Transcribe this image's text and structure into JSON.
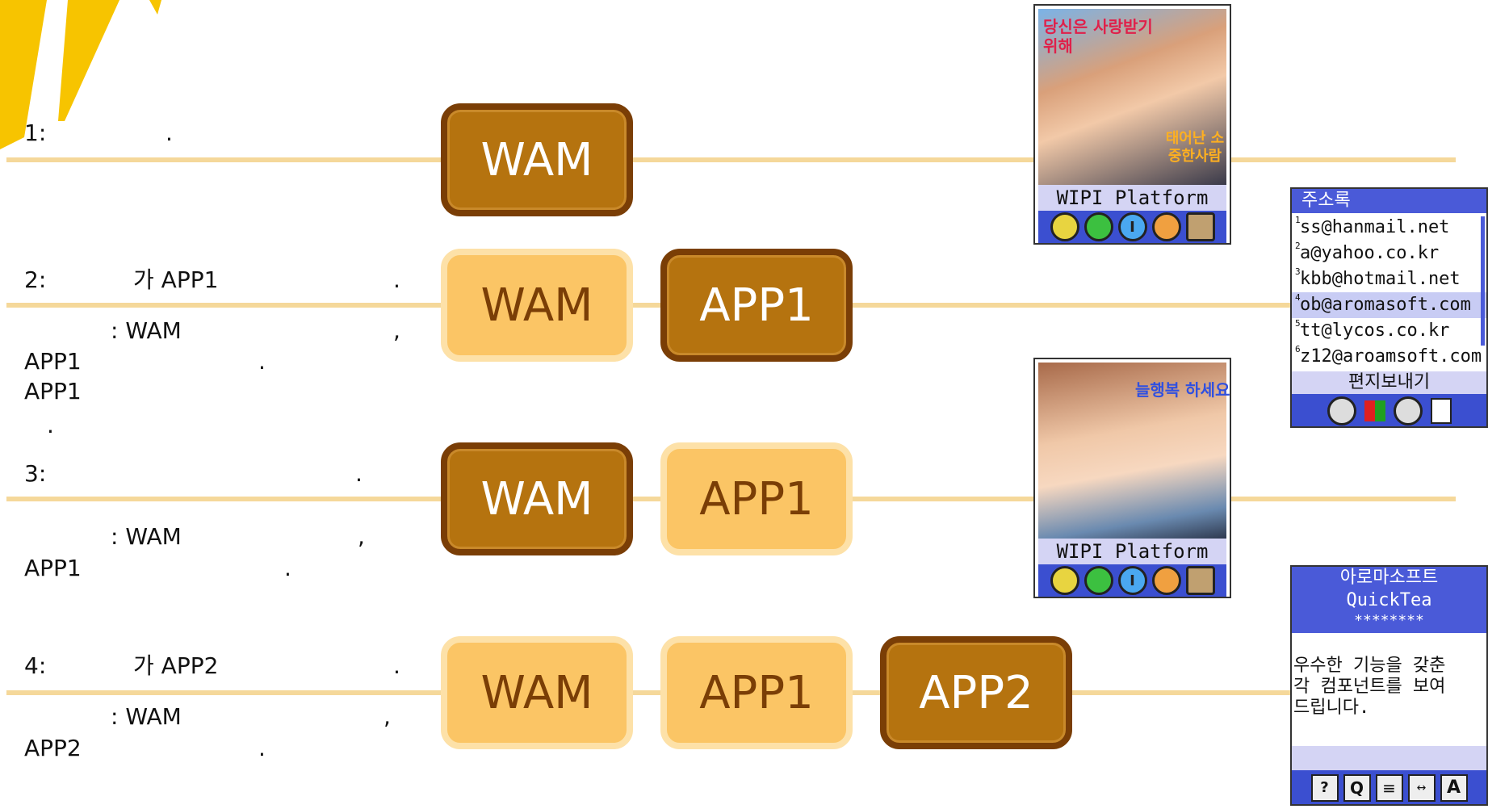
{
  "steps": [
    {
      "label": "1:",
      "dot": "."
    },
    {
      "label": "2:",
      "ga": "가 APP1",
      "dot": ".",
      "sub1": ": WAM",
      "comma": ",",
      "sub2": "APP1",
      "dot2": ".",
      "sub3": "APP1",
      "dot3": "."
    },
    {
      "label": "3:",
      "dot": ".",
      "sub1": ": WAM",
      "comma": ",",
      "sub2": "APP1",
      "dot2": "."
    },
    {
      "label": "4:",
      "ga": "가 APP2",
      "dot": ".",
      "sub1": ": WAM",
      "comma": ",",
      "sub2": "APP2",
      "dot2": "."
    }
  ],
  "boxes": {
    "row1": [
      "WAM"
    ],
    "row2": [
      "WAM",
      "APP1"
    ],
    "row3": [
      "WAM",
      "APP1"
    ],
    "row4": [
      "WAM",
      "APP1",
      "APP2"
    ]
  },
  "phone1": {
    "banner_top": "당신은 사랑받기위해",
    "banner_bottom": "태어난 소중한사람",
    "platform": "WIPI Platform"
  },
  "phone2": {
    "banner_top": "늘행복 하세요",
    "platform": "WIPI Platform"
  },
  "address_book": {
    "title": "주소록",
    "entries": [
      "ss@hanmail.net",
      "a@yahoo.co.kr",
      "kbb@hotmail.net",
      "ob@aromasoft.com",
      "tt@lycos.co.kr",
      "z12@aroamsoft.com"
    ],
    "indices": [
      "1",
      "2",
      "3",
      "4",
      "5",
      "6"
    ],
    "footer": "편지보내기"
  },
  "quicktea": {
    "line1": "아로마소프트",
    "line2": "QuickTea",
    "password": "********",
    "body1": "우수한 기능을 갖춘",
    "body2": "각 컴포넌트를 보여",
    "body3": "드립니다."
  },
  "colors": {
    "active_box": "#b5730f",
    "inactive_box": "#fbc565",
    "line": "#f5d89a",
    "sun": "#f7c400"
  }
}
